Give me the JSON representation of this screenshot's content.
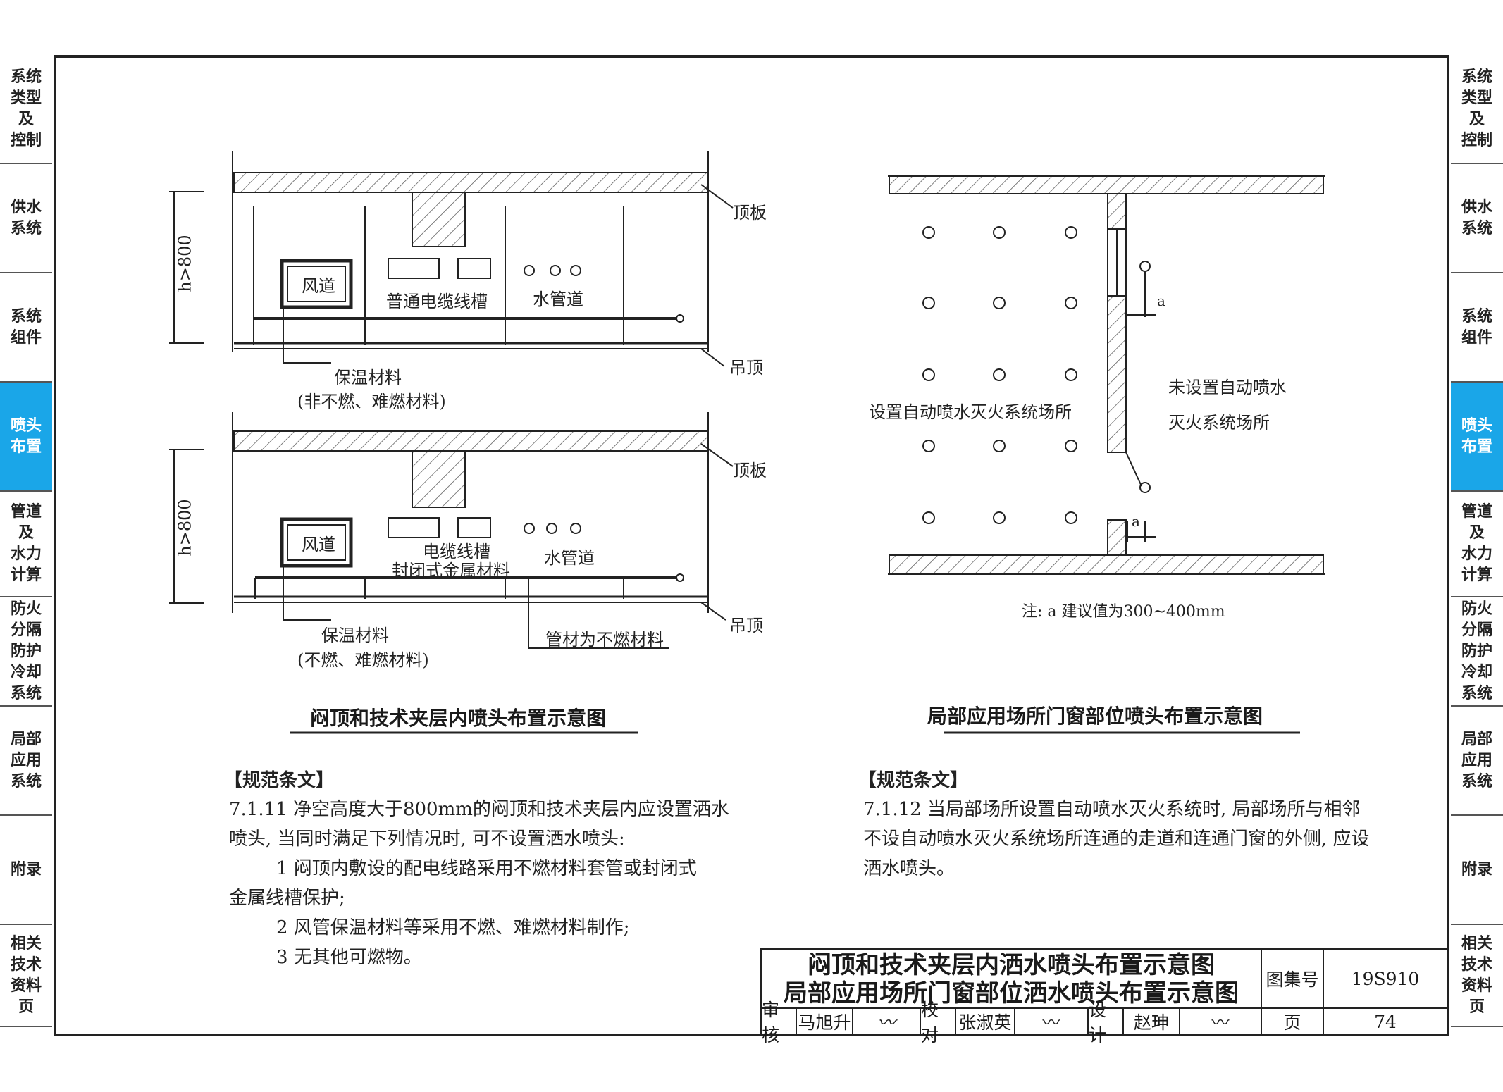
{
  "nav": {
    "items": [
      {
        "label": "系统\n类型\n及\n控制"
      },
      {
        "label": "供水\n系统"
      },
      {
        "label": "系统\n组件"
      },
      {
        "label": "喷头\n布置",
        "active": true
      },
      {
        "label": "管道\n及\n水力\n计算"
      },
      {
        "label": "防火\n分隔\n防护\n冷却\n系统"
      },
      {
        "label": "局部\n应用\n系统"
      },
      {
        "label": "附录"
      },
      {
        "label": "相关\n技术\n资料\n页"
      }
    ],
    "active_color": "#1aa6e8"
  },
  "left_fig": {
    "top": {
      "h_label": "h>800",
      "roof": "顶板",
      "ceiling": "吊顶",
      "duct": "风道",
      "cable": "普通电缆线槽",
      "pipe": "水管道",
      "insul1": "保温材料",
      "insul2": "(非不燃、难燃材料)"
    },
    "bottom": {
      "h_label": "h>800",
      "roof": "顶板",
      "ceiling": "吊顶",
      "duct": "风道",
      "cable1": "电缆线槽",
      "cable2": "封闭式金属材料",
      "pipe": "水管道",
      "insul1": "保温材料",
      "insul2": "(不燃、难燃材料)",
      "pipe_note": "管材为不燃材料"
    },
    "caption": "闷顶和技术夹层内喷头布置示意图"
  },
  "right_fig": {
    "with": "设置自动喷水灭火系统场所",
    "without1": "未设置自动喷水",
    "without2": "灭火系统场所",
    "a": "a",
    "note": "注: a 建议值为300~400mm",
    "caption": "局部应用场所门窗部位喷头布置示意图"
  },
  "left_text": {
    "heading": "【规范条文】",
    "lines": [
      "7.1.11 净空高度大于800mm的闷顶和技术夹层内应设置洒水",
      "喷头, 当同时满足下列情况时, 可不设置洒水喷头:",
      "1 闷顶内敷设的配电线路采用不燃材料套管或封闭式",
      "金属线槽保护;",
      "2 风管保温材料等采用不燃、难燃材料制作;",
      "3 无其他可燃物。"
    ]
  },
  "right_text": {
    "heading": "【规范条文】",
    "lines": [
      "7.1.12 当局部场所设置自动喷水灭火系统时, 局部场所与相邻",
      "不设自动喷水灭火系统场所连通的走道和连通门窗的外侧, 应设",
      "洒水喷头。"
    ]
  },
  "title_block": {
    "title1": "闷顶和技术夹层内洒水喷头布置示意图",
    "title2": "局部应用场所门窗部位洒水喷头布置示意图",
    "atlas_label": "图集号",
    "atlas_no": "19S910",
    "page_label": "页",
    "page_no": "74",
    "review_label": "审核",
    "reviewer": "马旭升",
    "check_label": "校对",
    "checker": "张淑英",
    "design_label": "设计",
    "designer": "赵珅"
  }
}
